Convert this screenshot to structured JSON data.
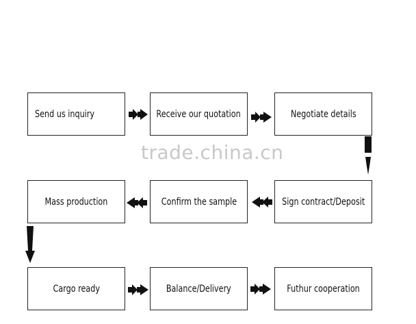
{
  "steps": {
    "s1": "Send us inquiry",
    "s2": "Receive our quotation",
    "s3": "Negotiate details",
    "s4": "Sign contract/Deposit",
    "s5": "Confirm the sample",
    "s6": "Mass production",
    "s7": "Cargo ready",
    "s8": "Balance/Delivery",
    "s9": "Futhur cooperation"
  },
  "watermark": "trade.china.cn",
  "colors": {
    "line": "#222222",
    "arrow": "#111111",
    "watermark": "#c8c8c8"
  },
  "icons": {
    "arrow_right": "double-arrow-right-icon",
    "arrow_left": "double-arrow-left-icon",
    "arrow_down": "arrow-down-icon"
  }
}
